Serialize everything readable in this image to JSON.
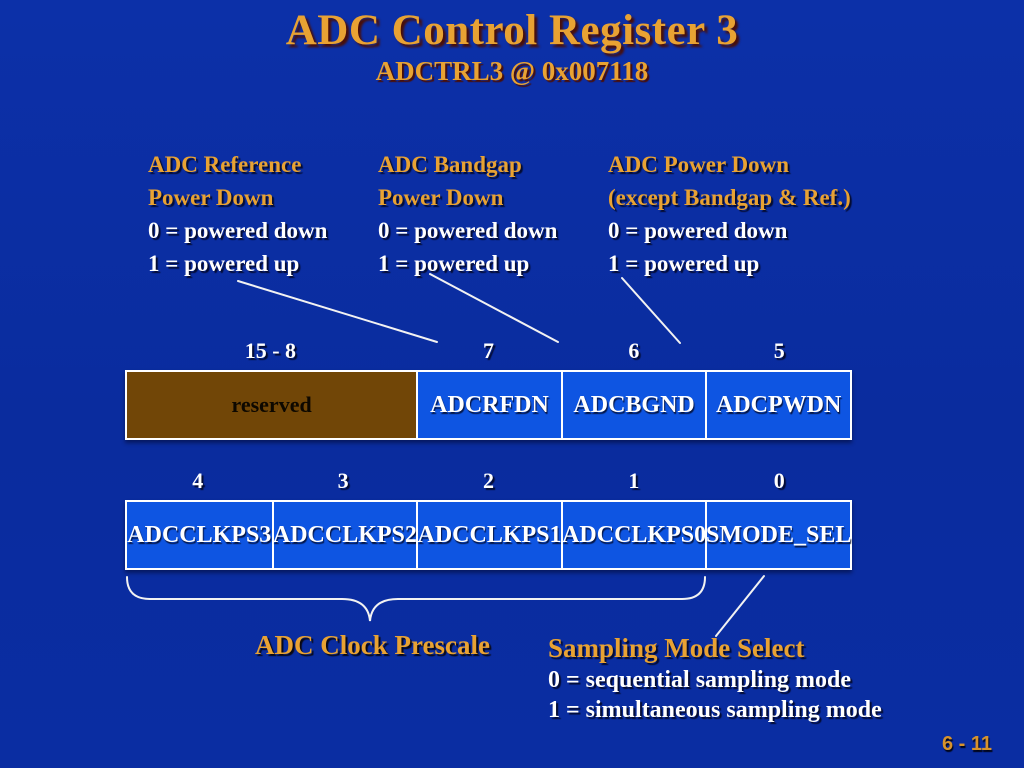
{
  "slide": {
    "title": "ADC Control Register 3",
    "subtitle": "ADCTRL3 @ 0x007118",
    "page_number": "6 - 11"
  },
  "annotations": [
    {
      "heading_line1": "ADC Reference",
      "heading_line2": "Power Down",
      "value0": "0 = powered down",
      "value1": "1 = powered up"
    },
    {
      "heading_line1": "ADC Bandgap",
      "heading_line2": "Power Down",
      "value0": "0 = powered down",
      "value1": "1 = powered up"
    },
    {
      "heading_line1": "ADC Power Down",
      "heading_line2": "(except Bandgap & Ref.)",
      "value0": "0 = powered down",
      "value1": "1 = powered up"
    }
  ],
  "register": {
    "row1": {
      "bit_labels": [
        "15 - 8",
        "7",
        "6",
        "5"
      ],
      "fields": [
        "reserved",
        "ADCRFDN",
        "ADCBGND",
        "ADCPWDN"
      ]
    },
    "row2": {
      "bit_labels": [
        "4",
        "3",
        "2",
        "1",
        "0"
      ],
      "fields": [
        "ADCCLKPS3",
        "ADCCLKPS2",
        "ADCCLKPS1",
        "ADCCLKPS0",
        "SMODE_SEL"
      ]
    }
  },
  "callouts": {
    "clock_prescale_label": "ADC Clock Prescale",
    "sampling_heading": "Sampling Mode Select",
    "sampling_value0": "0 = sequential sampling mode",
    "sampling_value1": "1 = simultaneous sampling mode"
  },
  "colors": {
    "background_blue": "#0a2da2",
    "accent_orange": "#e8a233",
    "field_blue": "#0e55e2",
    "reserved_brown": "#714607",
    "text_white": "#ffffff"
  }
}
